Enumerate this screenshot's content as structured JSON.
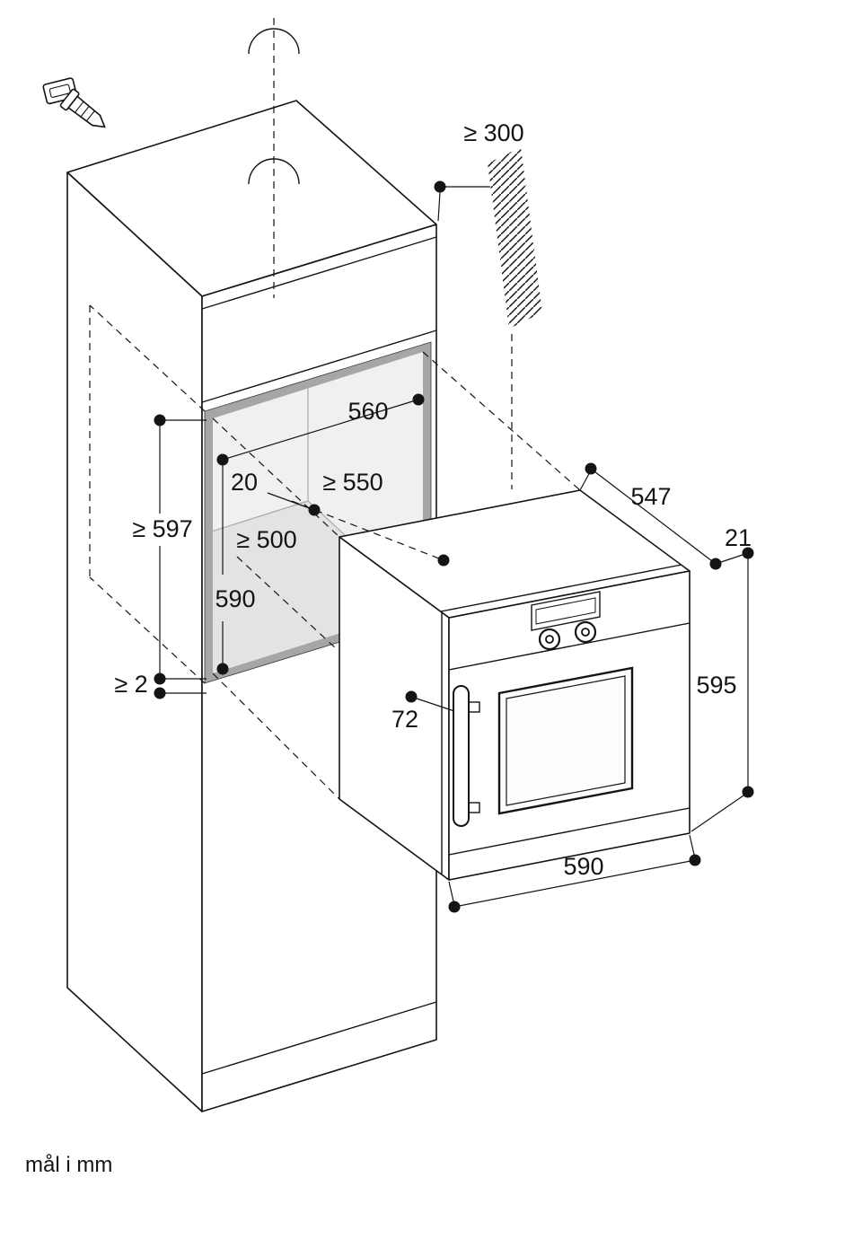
{
  "diagram": {
    "caption": "mål i mm",
    "labels": {
      "wall_clearance": "≥ 300",
      "niche_width": "560",
      "rear_gap": "20",
      "niche_depth": "≥ 550",
      "min_depth": "≥ 500",
      "min_total_height": "≥ 597",
      "niche_height": "590",
      "bottom_gap": "≥ 2",
      "oven_depth": "547",
      "front_overhang": "21",
      "oven_height": "595",
      "handle_clearance": "72",
      "oven_width": "590"
    },
    "icons": {
      "anchor": "wall-anchor-icon",
      "continuation": "break-symbol"
    },
    "colors": {
      "line": "#141414",
      "niche_frame": "#a6a6a6",
      "niche_interior": "#f0f0f0",
      "niche_floor": "#e3e3e3",
      "niche_back": "#f6f6f6",
      "oven_side": "#e9e9e9",
      "background": "#ffffff"
    }
  }
}
